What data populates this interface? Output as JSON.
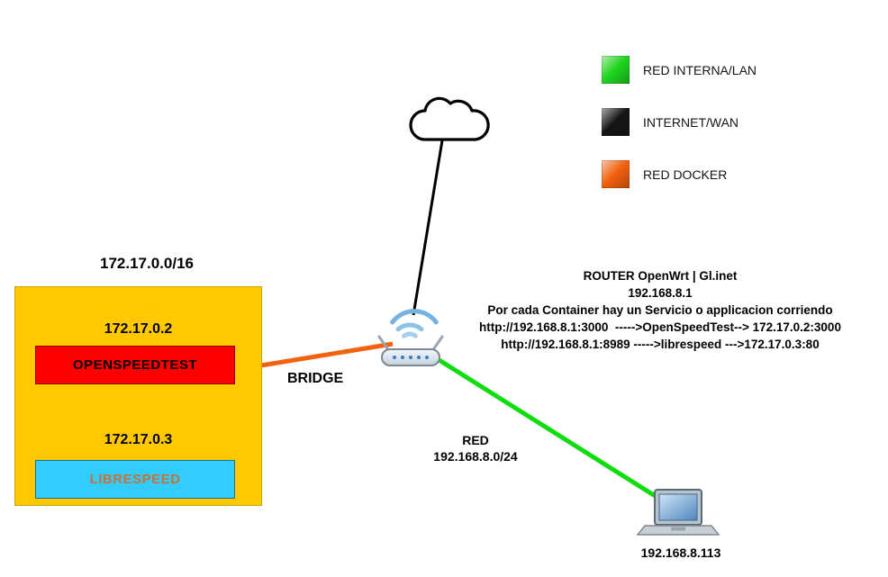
{
  "legend": {
    "items": [
      {
        "label": "RED INTERNA/LAN",
        "color": "#1fd41f"
      },
      {
        "label": "INTERNET/WAN",
        "color": "#161616"
      },
      {
        "label": "RED DOCKER",
        "color": "#f2620f"
      }
    ]
  },
  "docker_network": {
    "subnet_label": "172.17.0.0/16",
    "box_color": "#ffc800",
    "bridge_label": "BRIDGE",
    "containers": [
      {
        "ip": "172.17.0.2",
        "name": "OPENSPEEDTEST",
        "fill": "#ff0000",
        "text_color": "#000000"
      },
      {
        "ip": "172.17.0.3",
        "name": "LIBRESPEED",
        "fill": "#33ccff",
        "text_color": "#c87137"
      }
    ]
  },
  "router": {
    "line1": "ROUTER OpenWrt | Gl.inet",
    "line2": "192.168.8.1",
    "line3": "Por cada Container hay un Servicio o applicacion corriendo",
    "line4": "http://192.168.8.1:3000  ----->OpenSpeedTest--> 172.17.0.2:3000",
    "line5": "http://192.168.8.1:8989 ----->librespeed --->172.17.0.3:80"
  },
  "lan": {
    "label": "RED",
    "subnet": "192.168.8.0/24",
    "client_ip": "192.168.8.113"
  },
  "connections": {
    "wan_color": "#000000",
    "docker_color": "#f2620f",
    "lan_color": "#0ddd0d"
  }
}
